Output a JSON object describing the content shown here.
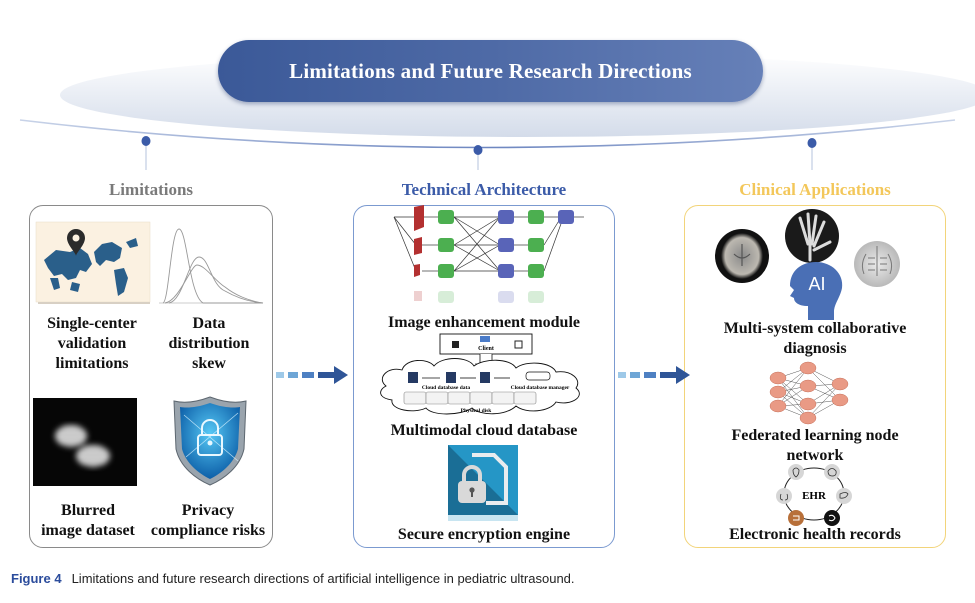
{
  "banner": {
    "title": "Limitations and Future Research Directions"
  },
  "sections": {
    "limitations": {
      "title": "Limitations",
      "items": [
        {
          "label_lines": [
            "Single-center",
            "validation",
            "limitations"
          ],
          "icon": "world-map-pin-icon"
        },
        {
          "label_lines": [
            "Data",
            "distribution",
            "skew"
          ],
          "icon": "skewed-distribution-curves-icon"
        },
        {
          "label_lines": [
            "Blurred",
            "image dataset"
          ],
          "icon": "blurred-ultrasound-image-icon"
        },
        {
          "label_lines": [
            "Privacy",
            "compliance risks"
          ],
          "icon": "shield-lock-icon"
        }
      ]
    },
    "technical": {
      "title": "Technical Architecture",
      "items": [
        {
          "label": "Image enhancement module",
          "icon": "neural-network-pipeline-icon"
        },
        {
          "label": "Multimodal cloud database",
          "icon": "cloud-database-icon",
          "diagram_text": {
            "client": "Client",
            "cloud_data": "Cloud database data",
            "cloud_manager": "Cloud database manager",
            "disk": "Physical disk"
          }
        },
        {
          "label": "Secure encryption engine",
          "icon": "encrypted-file-lock-icon"
        }
      ]
    },
    "clinical": {
      "title": "Clinical Applications",
      "items": [
        {
          "label_lines": [
            "Multi-system collaborative",
            "diagnosis"
          ],
          "icon": "ai-head-medical-images-icon",
          "ai_text": "AI"
        },
        {
          "label_lines": [
            "Federated learning node",
            "network"
          ],
          "icon": "federated-node-network-icon"
        },
        {
          "label": "Electronic health records",
          "icon": "ehr-organ-cycle-icon",
          "center_text": "EHR"
        }
      ]
    }
  },
  "colors": {
    "banner": "#3b5998",
    "limitations_title": "#7a7a7a",
    "technical_title": "#3b5ba8",
    "clinical_title": "#f3c75a",
    "arrow": "#2f5597"
  },
  "caption": {
    "figure_label": "Figure 4",
    "text": "Limitations and future research directions of artificial intelligence in pediatric ultrasound."
  }
}
